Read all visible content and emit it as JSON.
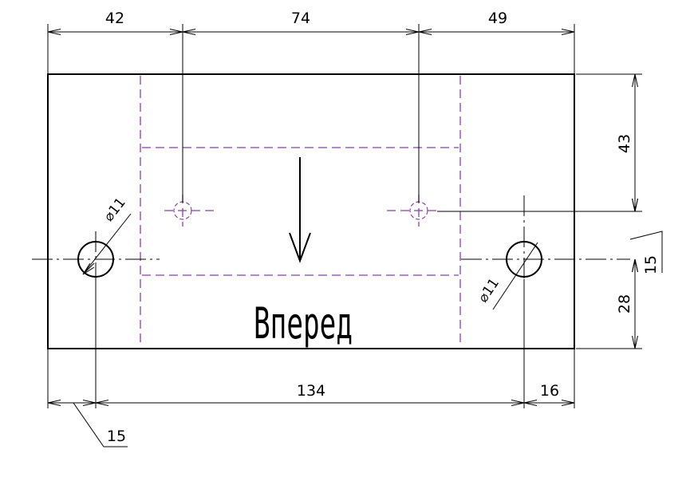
{
  "drawing": {
    "label": "Вперед",
    "dimensions": {
      "top_left": "42",
      "top_middle": "74",
      "top_right": "49",
      "right_top": "43",
      "right_small": "15",
      "right_bottom": "28",
      "bottom_overall": "134",
      "bottom_right": "16",
      "bottom_left": "15",
      "hole_left": "⌀11",
      "hole_right": "⌀11"
    },
    "colors": {
      "outline": "#000000",
      "hidden_lines": "#8b3fa9"
    }
  }
}
